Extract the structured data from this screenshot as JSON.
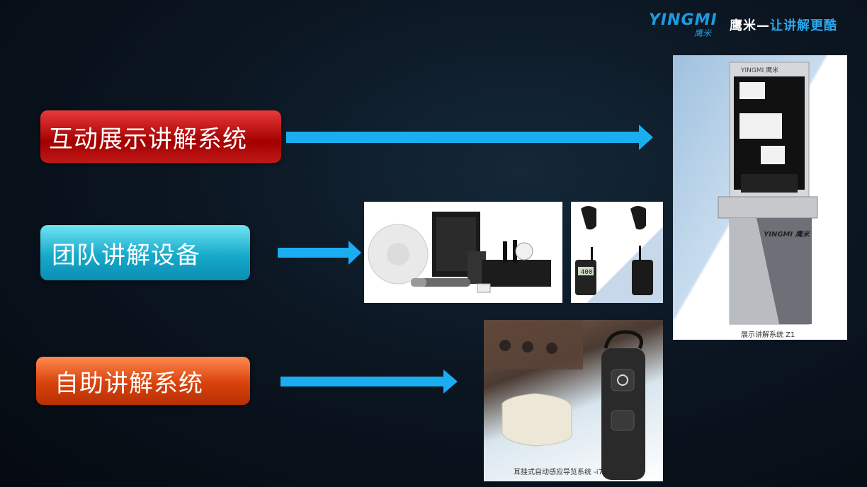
{
  "logo": {
    "brand_en": "YINGMI",
    "brand_cn_small": "鹰米",
    "title_main": "鹰米—",
    "title_accent": "让讲解更酷"
  },
  "labels": {
    "interactive": "互动展示讲解系统",
    "group": "团队讲解设备",
    "self_guided": "自助讲解系统"
  },
  "products": {
    "kiosk_caption": "展示讲解系统 Z1",
    "kiosk_brand_top": "YINGMI 鹰米",
    "kiosk_brand_side": "YINGMI 鹰米",
    "self_caption": "耳挂式自动感应导览系统 -i7",
    "receiver_display": "400"
  },
  "colors": {
    "arrow": "#1aaef0",
    "label_red": "#c01818",
    "label_cyan": "#17a9c9",
    "label_orange": "#d8420c",
    "brand_blue": "#1e9be0"
  }
}
